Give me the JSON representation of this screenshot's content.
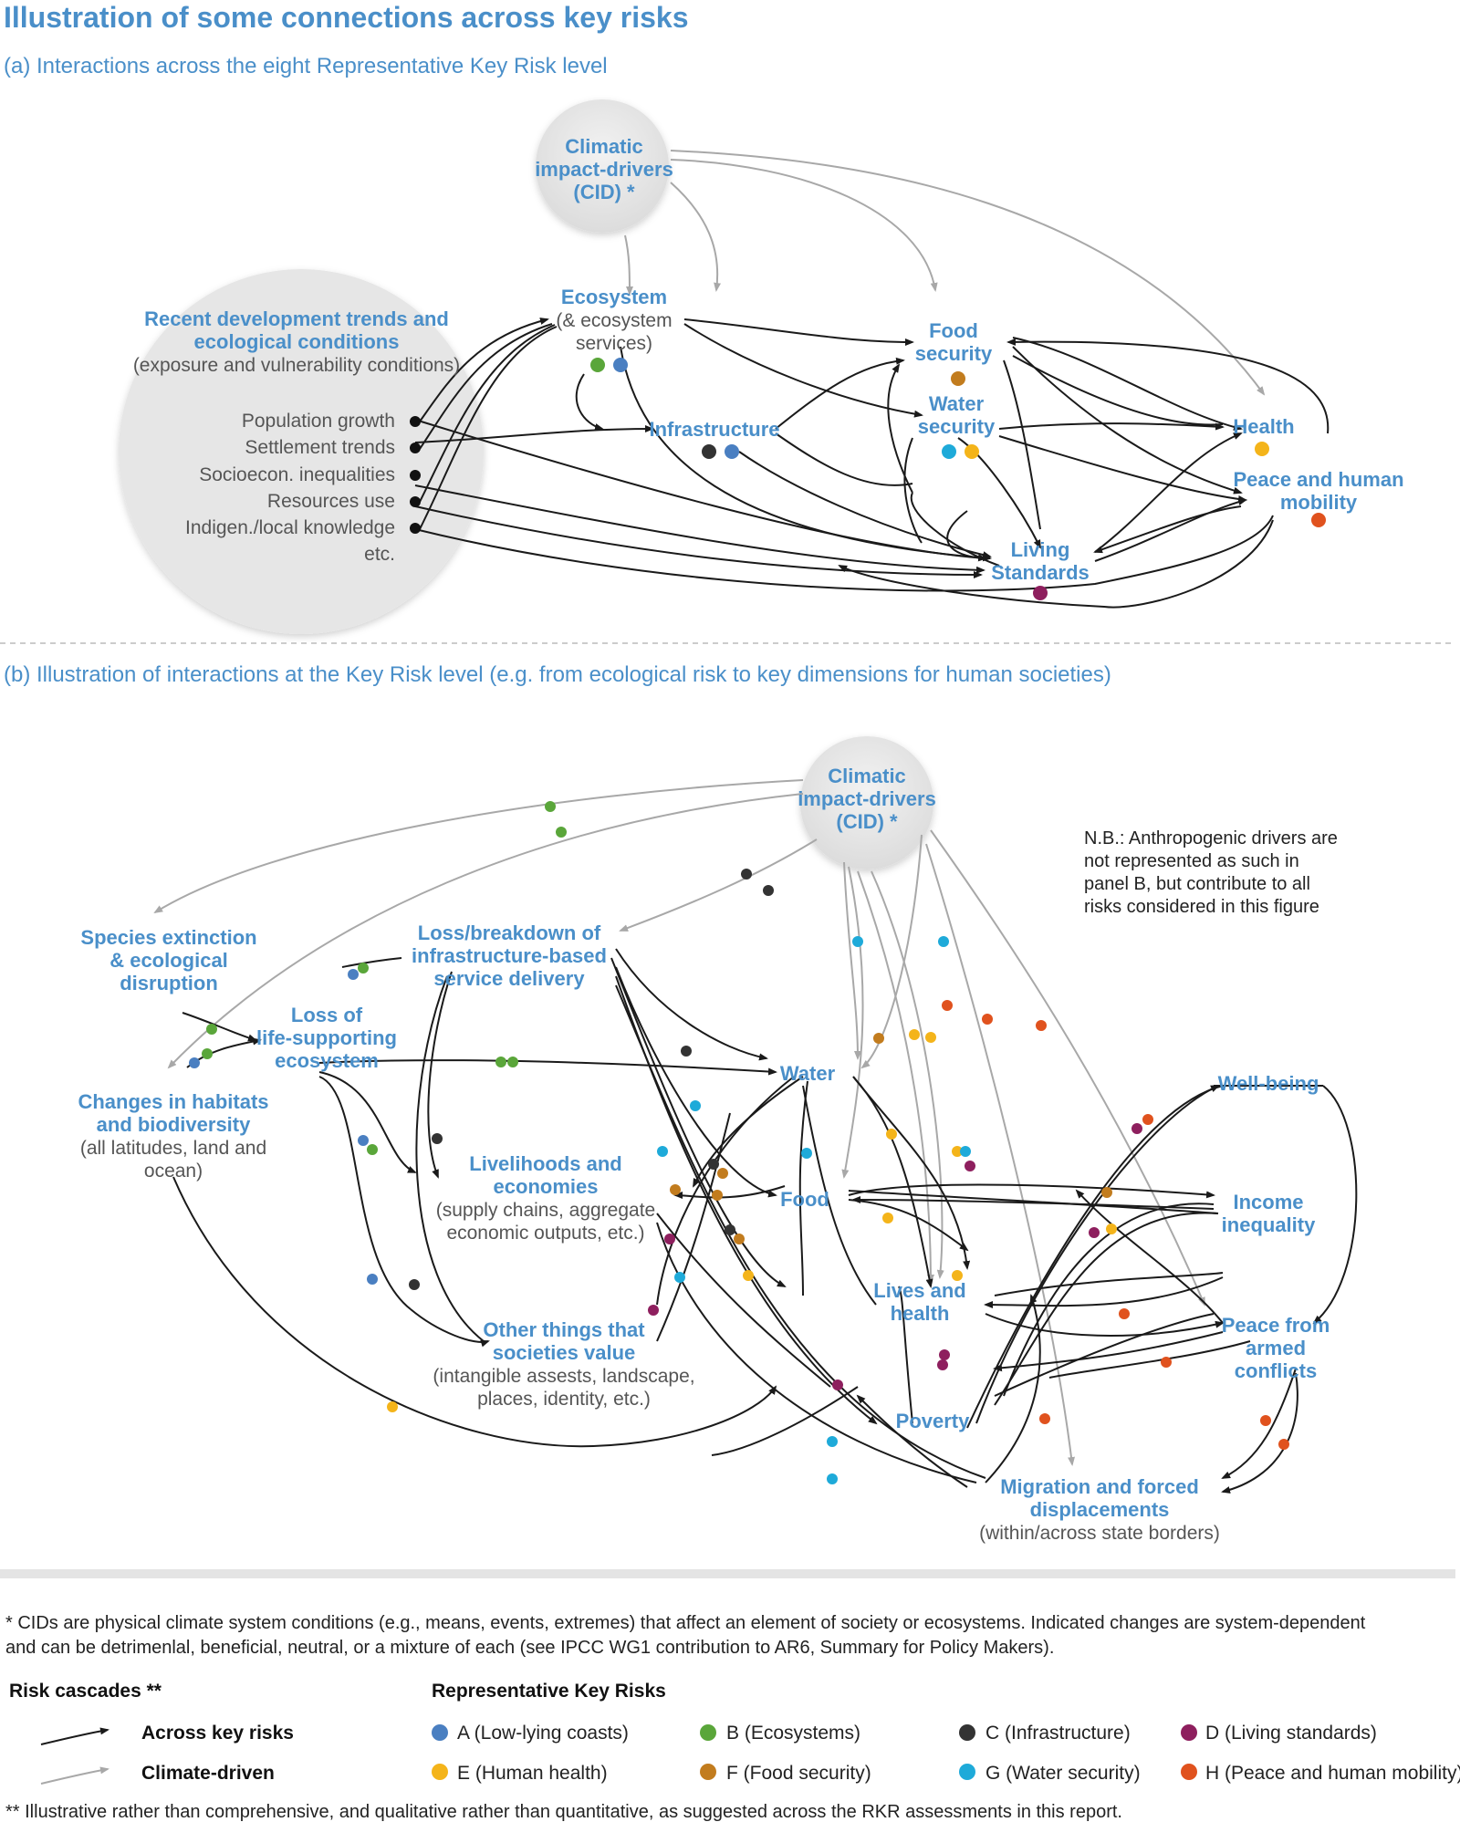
{
  "title": "Illustration of some connections across key risks",
  "panel_a": {
    "heading": "(a) Interactions across the eight Representative Key Risk level",
    "cid": {
      "line1": "Climatic",
      "line2": "impact-drivers",
      "line3": "(CID) *"
    },
    "trends": {
      "title1": "Recent development trends and",
      "title2": "ecological conditions",
      "subtitle": "(exposure and vulnerability conditions)",
      "drivers": [
        "Population growth",
        "Settlement trends",
        "Socioecon. inequalities",
        "Resources use",
        "Indigen./local knowledge",
        "etc."
      ]
    },
    "ecosystem": {
      "line1": "Ecosystem",
      "line2": "(& ecosystem",
      "line3": "services)"
    },
    "infrastructure": "Infrastructure",
    "food": {
      "line1": "Food",
      "line2": "security"
    },
    "water": {
      "line1": "Water",
      "line2": "security"
    },
    "health": "Health",
    "peace": {
      "line1": "Peace and human",
      "line2": "mobility"
    },
    "living": {
      "line1": "Living",
      "line2": "Standards"
    }
  },
  "panel_b": {
    "heading": "(b) Illustration of interactions at the Key Risk level (e.g. from ecological risk to key dimensions for human societies)",
    "cid": {
      "line1": "Climatic",
      "line2": "impact-drivers",
      "line3": "(CID) *"
    },
    "nb": [
      "N.B.: Anthropogenic drivers are",
      "not represented as such in",
      "panel B, but contribute to all",
      "risks considered in this figure"
    ],
    "species": [
      "Species extinction",
      "& ecological",
      "disruption"
    ],
    "loss_infra": [
      "Loss/breakdown of",
      "infrastructure-based",
      "service delivery"
    ],
    "loss_life": [
      "Loss of",
      "life-supporting",
      "ecosystem"
    ],
    "habitats": {
      "title": [
        "Changes in habitats",
        "and biodiversity"
      ],
      "sub": [
        "(all latitudes, land and",
        "ocean)"
      ]
    },
    "livelihoods": {
      "title": [
        "Livelihoods and",
        "economies"
      ],
      "sub": [
        "(supply chains, aggregate",
        "economic outputs, etc.)"
      ]
    },
    "other": {
      "title": [
        "Other things that",
        "societies value"
      ],
      "sub": [
        "(intangible assests, landscape,",
        "places, identity, etc.)"
      ]
    },
    "water": "Water",
    "food": "Food",
    "lives": [
      "Lives and",
      "health"
    ],
    "poverty": "Poverty",
    "wellbeing": "Well-being",
    "income": [
      "Income",
      "inequality"
    ],
    "peace": [
      "Peace from",
      "armed",
      "conflicts"
    ],
    "migration": {
      "title": [
        "Migration and forced",
        "displacements"
      ],
      "sub": "(within/across state borders)"
    }
  },
  "footnote_cid": [
    "* CIDs are physical climate system conditions (e.g., means, events, extremes) that affect an element of society or ecosystems. Indicated changes are system-dependent",
    "and can be detrimenlal, beneficial, neutral, or a mixture of each (see IPCC WG1 contribution to AR6, Summary for Policy Makers)."
  ],
  "legend": {
    "cascades_title": "Risk cascades **",
    "across": "Across key risks",
    "climate": "Climate-driven",
    "rkr_title": "Representative Key Risks",
    "items": [
      {
        "label": "A (Low-lying coasts)",
        "color": "#4a7fc1"
      },
      {
        "label": "B (Ecosystems)",
        "color": "#5aa63a"
      },
      {
        "label": "C (Infrastructure)",
        "color": "#333333"
      },
      {
        "label": "D (Living standards)",
        "color": "#8e1f5e"
      },
      {
        "label": "E (Human health)",
        "color": "#f4b41a"
      },
      {
        "label": "F (Food security)",
        "color": "#c27c1e"
      },
      {
        "label": "G (Water security)",
        "color": "#1eaad9"
      },
      {
        "label": "H (Peace and human mobility)",
        "color": "#e0521e"
      }
    ]
  },
  "footnote_rkr": "** Illustrative rather than comprehensive, and qualitative rather than quantitative, as suggested across the RKR assessments in this report.",
  "colors": {
    "accent": "#4a8fc9",
    "circle_fill": "#e8e8e8",
    "arrow_black": "#1a1a1a",
    "arrow_grey": "#a8a8a8"
  }
}
